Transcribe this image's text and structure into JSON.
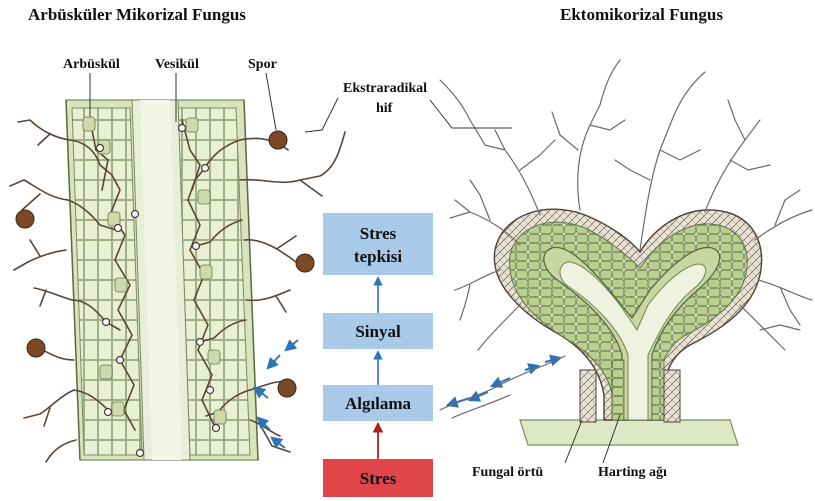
{
  "titles": {
    "left": "Arbüsküler Mikorizal Fungus",
    "right": "Ektomikorizal Fungus"
  },
  "labels": {
    "arbuskul": "Arbüskül",
    "vesikul": "Vesikül",
    "spor": "Spor",
    "ekstraradikal_1": "Ekstraradikal",
    "ekstraradikal_2": "hif",
    "fungal_ortu": "Fungal örtü",
    "harting_agi": "Harting ağı"
  },
  "flow": {
    "steps": [
      "Stres tepkisi",
      "Sinyal",
      "Algılama",
      "Stres"
    ],
    "stres_tepkisi_1": "Stres",
    "stres_tepkisi_2": "tepkisi",
    "sinyal": "Sinyal",
    "algilama": "Algılama",
    "stres": "Stres"
  },
  "colors": {
    "flow_box": "#a9c9e9",
    "stres_box": "#e0454a",
    "root_fill": "#dfe8c4",
    "cell_fill": "#e8efd2",
    "fungus_cell": "#b8cf8e",
    "spore": "#7a4a26",
    "flow_arrow": "#2d73b8",
    "stres_arrow": "#b02020"
  }
}
